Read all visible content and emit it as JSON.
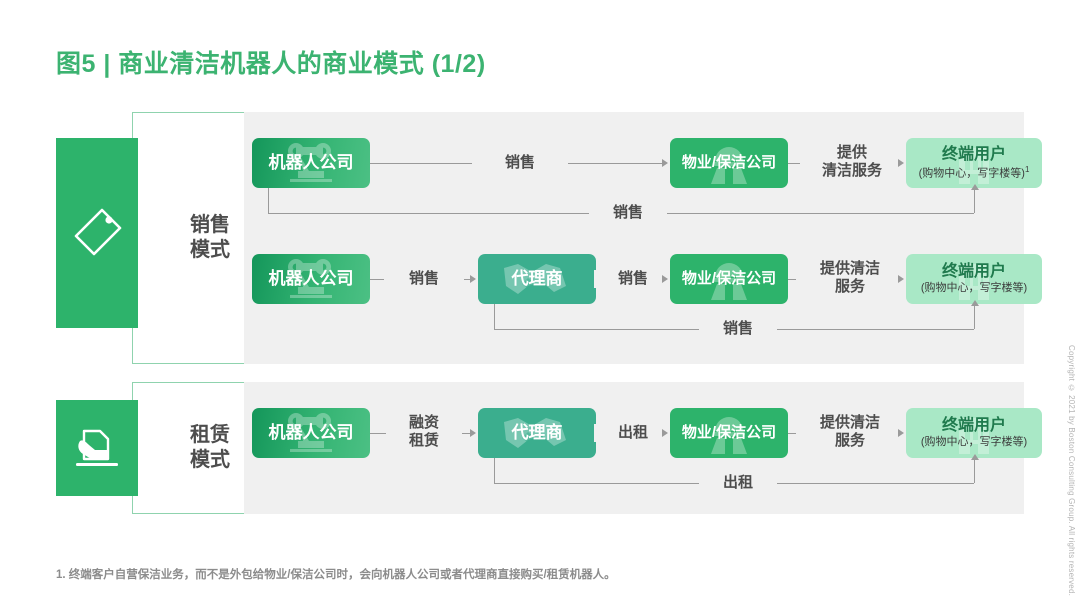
{
  "page": {
    "title": "图5 | 商业清洁机器人的商业模式 (1/2)",
    "title_color": "#3CB371",
    "footnote": "1. 终端客户自营保洁业务，而不是外包给物业/保洁公司时，会向机器人公司或者代理商直接购买/租赁机器人。",
    "copyright": "Copyright © 2021 by Boston Consulting Group. All rights reserved."
  },
  "colors": {
    "brand_green": "#3CB371",
    "tile_green": "#2DB36B",
    "robot_green_dark": "#14965A",
    "robot_green_light": "#4CC084",
    "agent_teal": "#3BAE8E",
    "property_green": "#2DB36B",
    "enduser_light_green": "#A9E8C6",
    "enduser_text": "#1F7A4D",
    "flow_bg": "#F0F0F0",
    "connector_grey": "#9A9A9A",
    "label_text": "#4D4D4D",
    "footnote_grey": "#8C8C8C"
  },
  "sections": [
    {
      "id": "sales",
      "icon": "price-tag-icon",
      "label": "销售\n模式",
      "rows": [
        {
          "id": "sales-direct",
          "nodes": [
            {
              "type": "robot",
              "label": "机器人公司",
              "icon": "robot-arm-icon"
            },
            {
              "type": "property",
              "label": "物业/保洁公司",
              "icon": "cleaner-person-icon"
            },
            {
              "type": "enduser",
              "label": "终端用户",
              "sub": "(购物中心，写字楼等)",
              "sup": "1",
              "icon": "building-icon"
            }
          ],
          "edges": [
            {
              "label": "销售"
            },
            {
              "label": "提供\n清洁服务"
            }
          ],
          "bypass": {
            "label": "销售",
            "from": "机器人公司",
            "to": "终端用户"
          }
        },
        {
          "id": "sales-agent",
          "nodes": [
            {
              "type": "robot",
              "label": "机器人公司",
              "icon": "robot-arm-icon"
            },
            {
              "type": "agent",
              "label": "代理商",
              "icon": "handshake-icon"
            },
            {
              "type": "property",
              "label": "物业/保洁公司",
              "icon": "cleaner-person-icon"
            },
            {
              "type": "enduser",
              "label": "终端用户",
              "sub": "(购物中心，写字楼等)",
              "sup": "",
              "icon": "building-icon"
            }
          ],
          "edges": [
            {
              "label": "销售"
            },
            {
              "label": "销售"
            },
            {
              "label": "提供清洁\n服务"
            }
          ],
          "bypass": {
            "label": "销售",
            "from": "代理商",
            "to": "终端用户"
          }
        }
      ]
    },
    {
      "id": "rental",
      "icon": "hand-signing-document-icon",
      "label": "租赁\n模式",
      "rows": [
        {
          "id": "rental-agent",
          "nodes": [
            {
              "type": "robot",
              "label": "机器人公司",
              "icon": "robot-arm-icon"
            },
            {
              "type": "agent",
              "label": "代理商",
              "icon": "handshake-icon"
            },
            {
              "type": "property",
              "label": "物业/保洁公司",
              "icon": "cleaner-person-icon"
            },
            {
              "type": "enduser",
              "label": "终端用户",
              "sub": "(购物中心，写字楼等)",
              "sup": "",
              "icon": "building-icon"
            }
          ],
          "edges": [
            {
              "label": "融资\n租赁"
            },
            {
              "label": "出租"
            },
            {
              "label": "提供清洁\n服务"
            }
          ],
          "bypass": {
            "label": "出租",
            "from": "代理商",
            "to": "终端用户"
          }
        }
      ]
    }
  ]
}
